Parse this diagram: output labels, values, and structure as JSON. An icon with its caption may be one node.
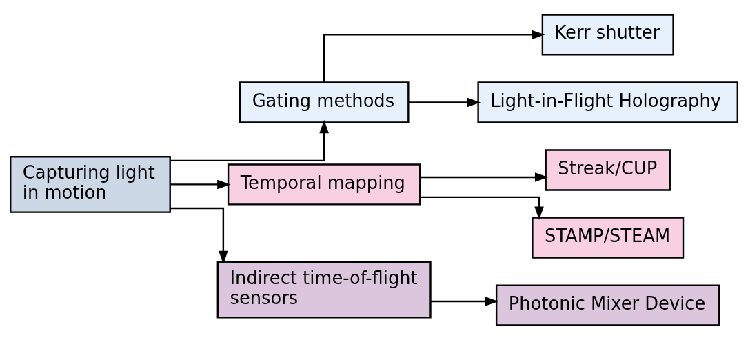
{
  "diagram": {
    "nodes": [
      {
        "text": [
          "Capturing light in motion"
        ]
      },
      {
        "text": [
          "Gating methods"
        ]
      },
      {
        "text": [
          "Kerr shutter"
        ]
      },
      {
        "text": [
          "Light-in-Flight Holography"
        ]
      },
      {
        "text": [
          "Temporal mapping"
        ]
      },
      {
        "text": [
          "Streak/CUP"
        ]
      },
      {
        "text": [
          "STAMP/STEAM"
        ]
      },
      {
        "text": [
          "Indirect time-of-flight sensors"
        ]
      },
      {
        "text": [
          "Photonic Mixer Device"
        ]
      }
    ],
    "edges": [
      {
        "from": 0,
        "to": 1,
        "arrow": "to"
      },
      {
        "from": 0,
        "to": 4,
        "arrow": "to"
      },
      {
        "from": 0,
        "to": 7,
        "arrow": "to"
      },
      {
        "from": 1,
        "to": 2,
        "arrow": "to"
      },
      {
        "from": 1,
        "to": 3,
        "arrow": "to"
      },
      {
        "from": 4,
        "to": 5,
        "arrow": "to"
      },
      {
        "from": 4,
        "to": 6,
        "arrow": "to"
      },
      {
        "from": 7,
        "to": 8,
        "arrow": "to"
      }
    ]
  }
}
